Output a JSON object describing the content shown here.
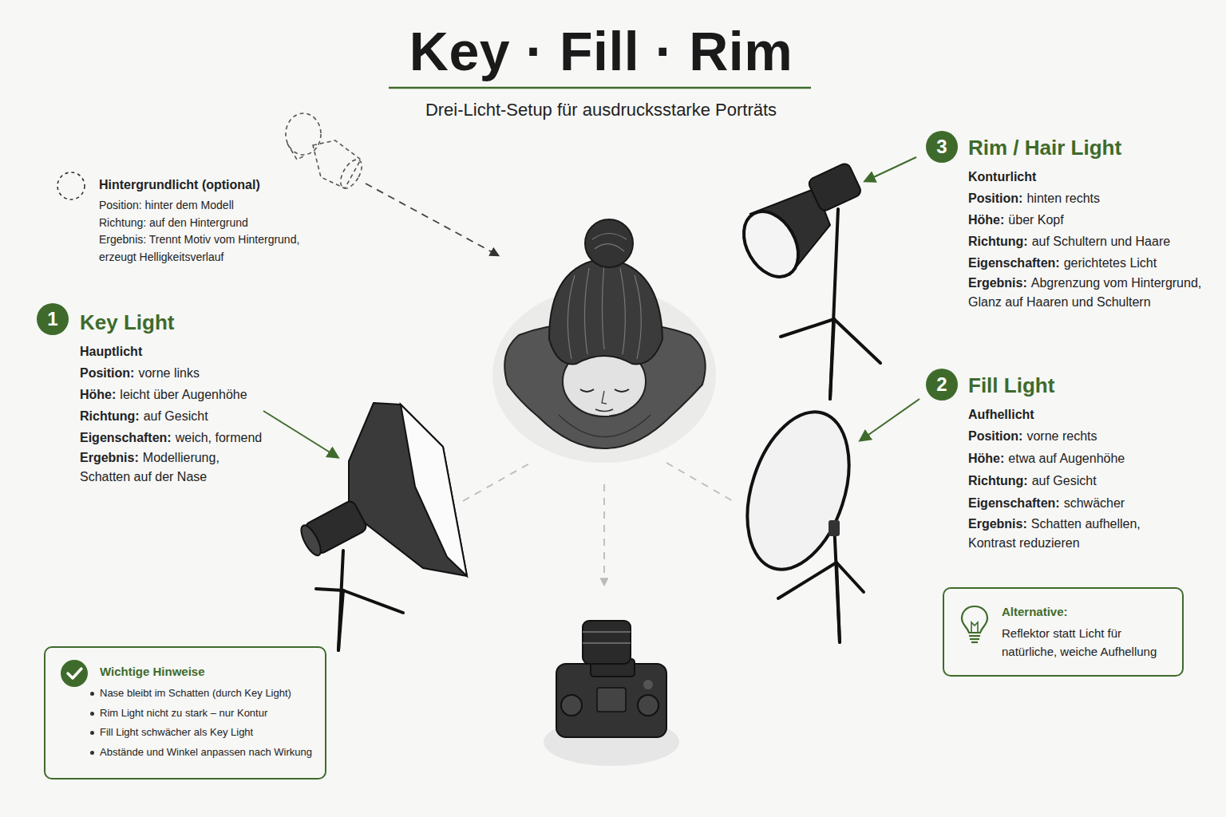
{
  "diagram": {
    "title": "Key · Fill · Rim",
    "nodes": [
      {
        "text": [
          "3"
        ]
      },
      {
        "text": [
          "1"
        ]
      },
      {
        "text": [
          "2"
        ]
      },
      {
        "text": [
          "Alternative:",
          "Reflektor statt Licht für natürliche, weiche Aufhellung"
        ]
      },
      {
        "text": [
          "Wichtige Hinweise",
          "Nase bleibt im Schatten (durch Key Light)",
          "Rim Light nicht zu stark – nur Kontur",
          "Fill Light schwächer als Key Light",
          "Abstände und Winkel anpassen nach Wirkung"
        ]
      }
    ],
    "labels": [
      "Drei-Licht-Setup für ausdrucksstarke Porträts",
      "Rim / Hair Light",
      "Konturlicht",
      "Position:",
      "hinten rechts",
      "Höhe:",
      "über Kopf",
      "Richtung:",
      "auf Schultern und Haare",
      "Eigenschaften:",
      "gerichtetes Licht",
      "Ergebnis:",
      "Abgrenzung vom Hintergrund, Glanz auf Haaren und Schultern",
      "Hintergrundlicht (optional)",
      "Position: hinter dem Modell",
      "Richtung: auf den Hintergrund",
      "Ergebnis: Trennt Motiv vom Hintergrund, erzeugt Helligkeitsverlauf",
      "Key Light",
      "Hauptlicht",
      "Position:",
      "vorne links",
      "Höhe:",
      "leicht über Augenhöhe",
      "Richtung:",
      "auf Gesicht",
      "Eigenschaften:",
      "weich, formend",
      "Ergebnis:",
      "Modellierung, Schatten auf der Nase",
      "Fill Light",
      "Aufhellicht",
      "Position:",
      "vorne rechts",
      "Höhe:",
      "etwa auf Augenhöhe",
      "Richtung:",
      "auf Gesicht",
      "Eigenschaften:",
      "schwächer",
      "Ergebnis:",
      "Schatten aufhellen, Kontrast reduzieren"
    ]
  }
}
